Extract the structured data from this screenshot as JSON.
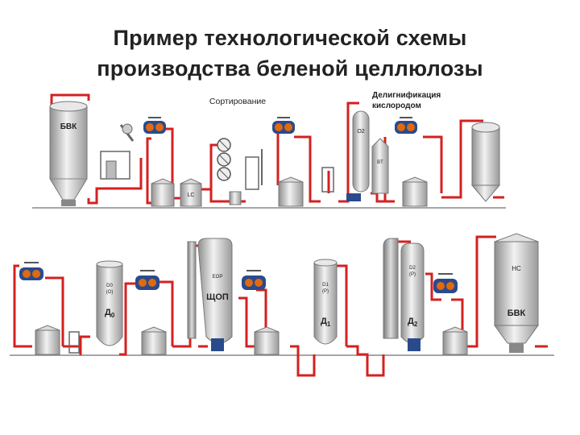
{
  "slide": {
    "title_line1": "Пример технологической схемы",
    "title_line2": "производства беленой целлюлозы"
  },
  "labels": {
    "sorting": "Сортирование",
    "deligni_line1": "Делигнификация",
    "deligni_line2": "кислородом",
    "bvk_top": "БВК",
    "o2": "O2",
    "bt": "BT",
    "lc": "LC",
    "d0_code": "D0",
    "d0_paren": "(O)",
    "d0_name": "Д",
    "d0_sub": "0",
    "eop": "EOP",
    "shchop": "ЩОП",
    "d1_code": "D1",
    "d1_paren": "(P)",
    "d1_name": "Д",
    "d1_sub": "1",
    "d2_code": "D2",
    "d2_paren": "(P)",
    "d2_name": "Д",
    "d2_sub": "2",
    "nc": "НС",
    "bvk_bottom": "БВК"
  },
  "colors": {
    "pipe": "#d42020",
    "vessel_light": "#eeeeee",
    "vessel_dark": "#9a9a9a",
    "pump": "#2a4a8c",
    "filter_drum": "#e06a10",
    "line": "#555555"
  }
}
